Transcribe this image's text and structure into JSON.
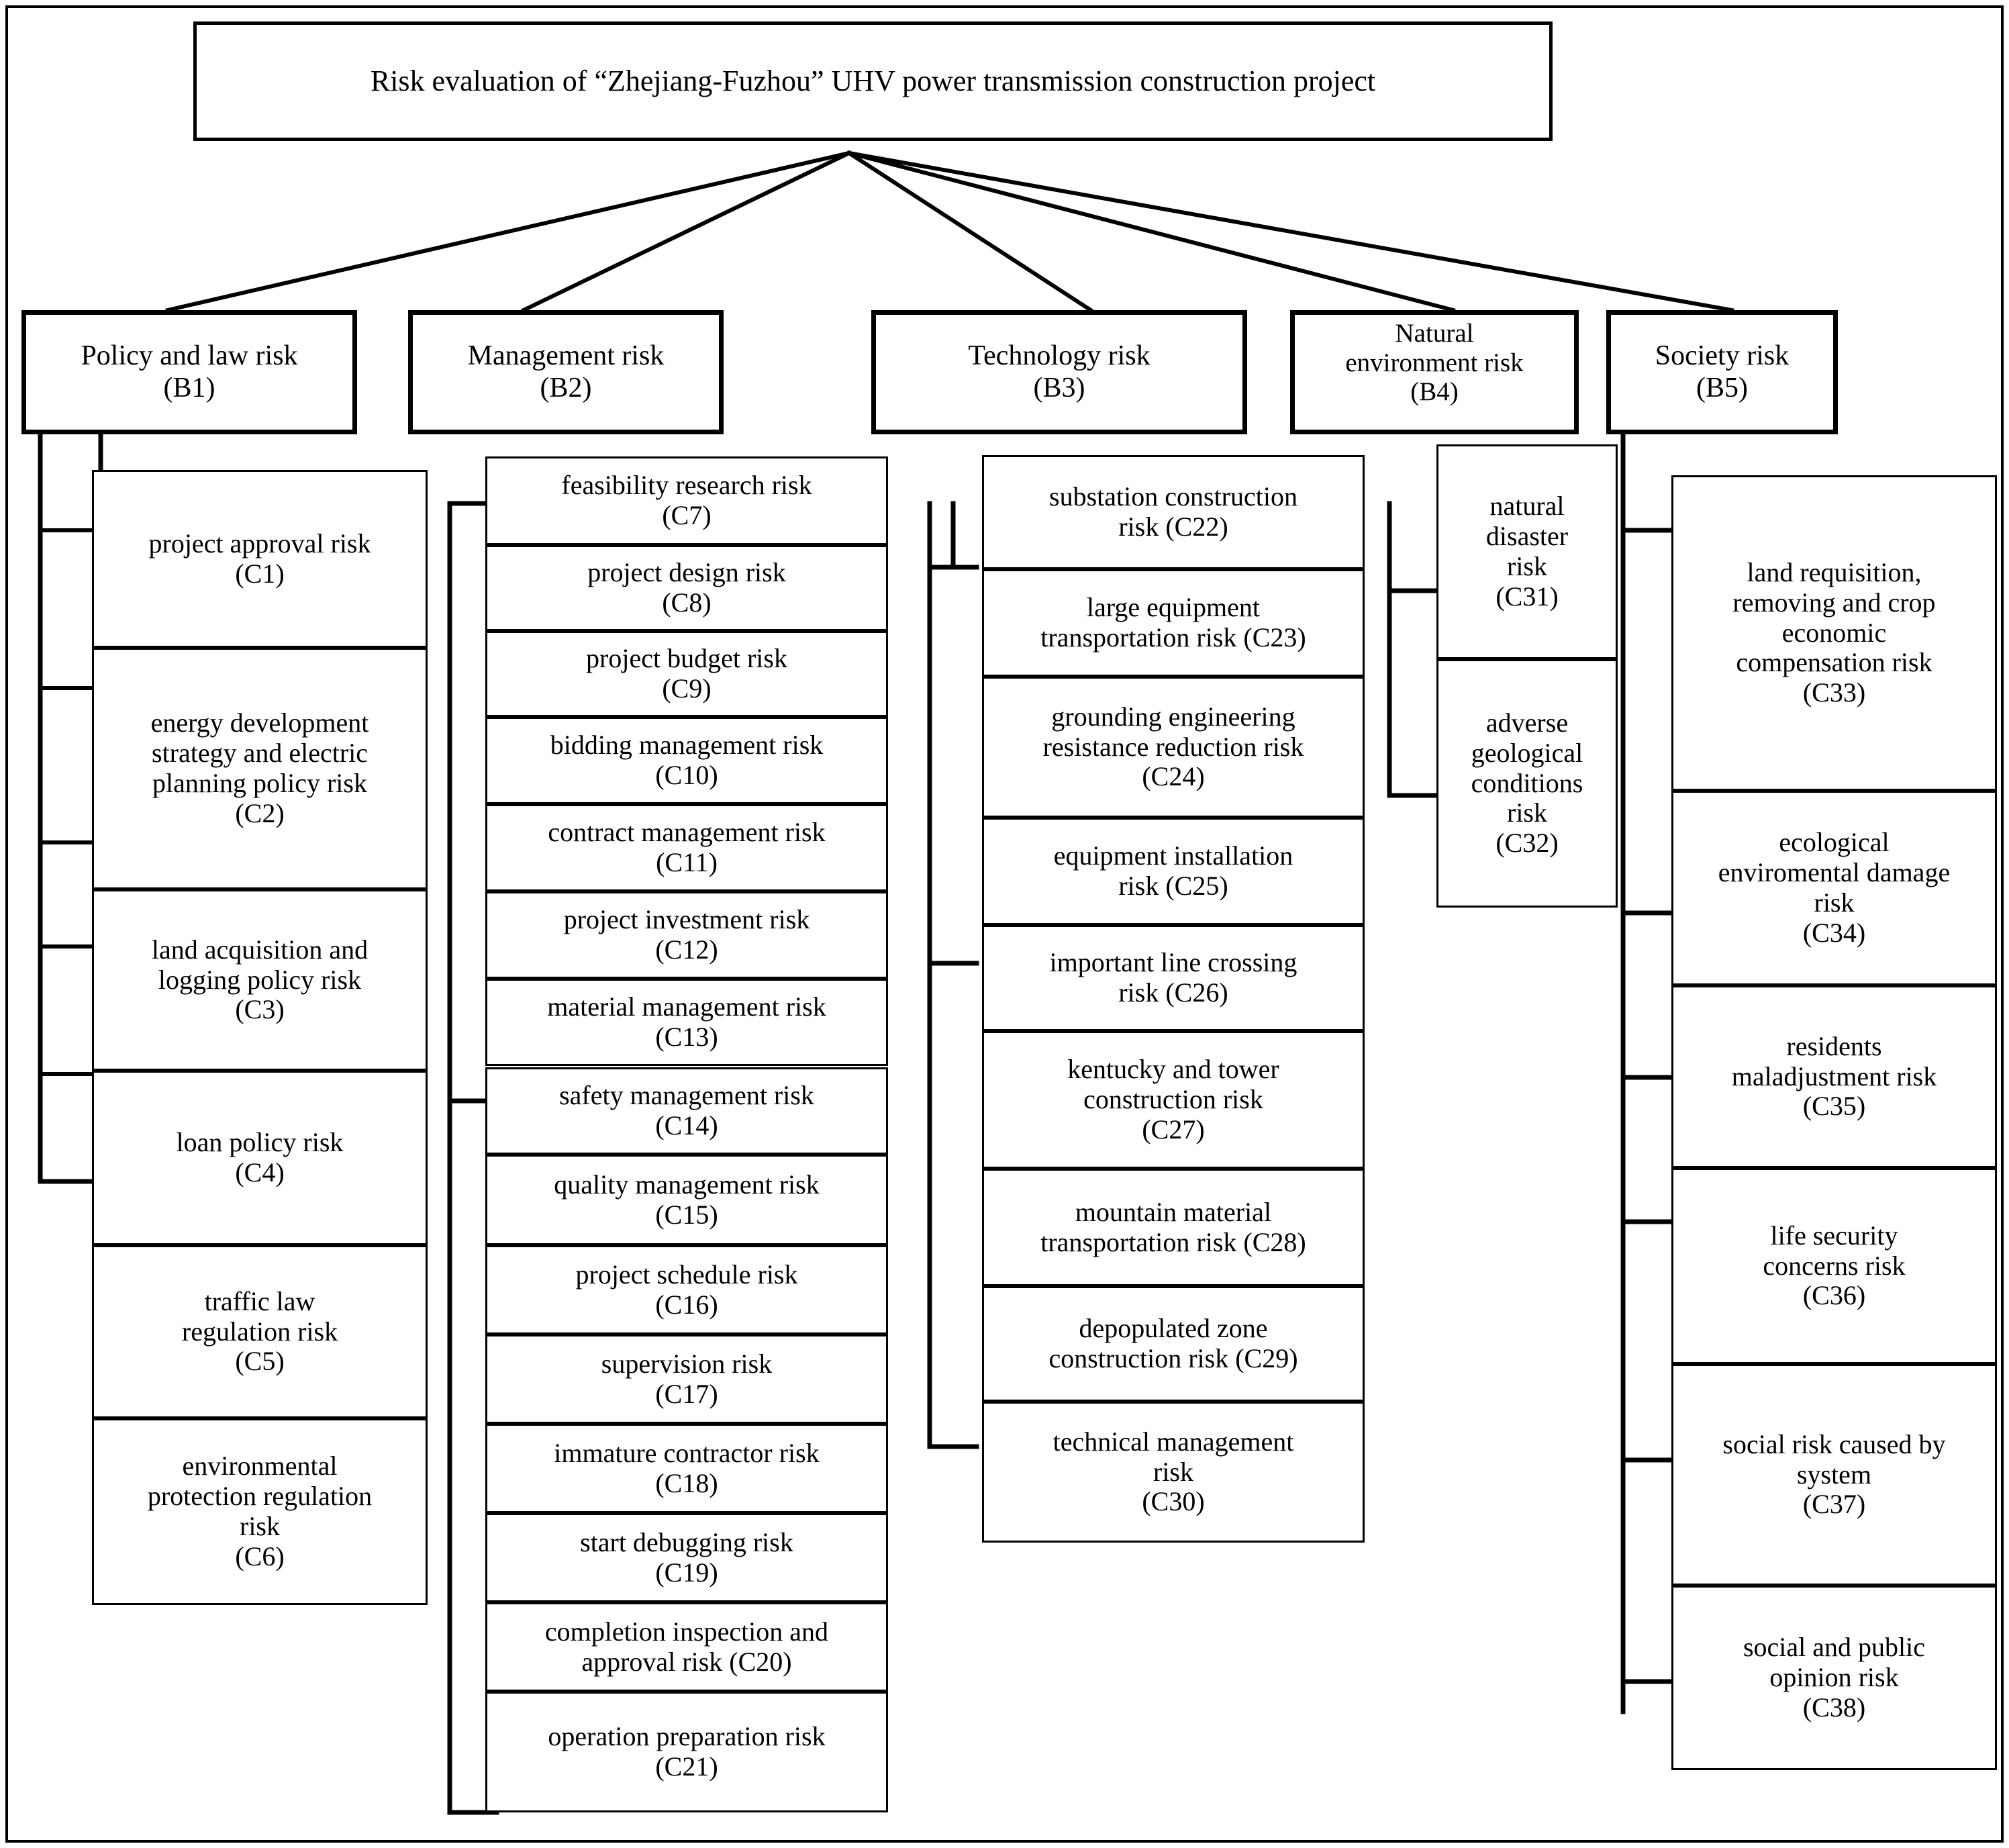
{
  "diagram": {
    "type": "hierarchy-tree",
    "title": "Risk evaluation of “Zhejiang-Fuzhou” UHV power transmission construction project",
    "levels": [
      "A",
      "B",
      "C"
    ],
    "root": {
      "id": "A",
      "label": "Risk evaluation of “Zhejiang-Fuzhou” UHV power transmission construction project"
    },
    "criteria": [
      {
        "id": "B1",
        "name": "Policy and law risk",
        "code": "(B1)",
        "label": "Policy and law risk\n(B1)"
      },
      {
        "id": "B2",
        "name": "Management risk",
        "code": "(B2)",
        "label": "Management risk\n(B2)"
      },
      {
        "id": "B3",
        "name": "Technology risk",
        "code": "(B3)",
        "label": "Technology risk\n(B3)"
      },
      {
        "id": "B4",
        "name": "Natural environment risk",
        "code": "(B4)",
        "label": "Natural\nenvironment risk\n(B4)"
      },
      {
        "id": "B5",
        "name": "Society risk",
        "code": "(B5)",
        "label": "Society risk\n(B5)"
      }
    ],
    "indicators": {
      "B1": [
        {
          "id": "C1",
          "name": "project approval  risk",
          "code": "(C1)",
          "label": "project approval  risk\n(C1)"
        },
        {
          "id": "C2",
          "name": "energy development strategy  and electric planning policy risk",
          "code": "(C2)",
          "label": "energy development\nstrategy  and electric\nplanning policy risk\n(C2)"
        },
        {
          "id": "C3",
          "name": "land acquisition and logging policy risk",
          "code": "(C3)",
          "label": "land acquisition and\nlogging policy risk\n(C3)"
        },
        {
          "id": "C4",
          "name": "loan policy risk",
          "code": "(C4)",
          "label": "loan policy risk\n(C4)"
        },
        {
          "id": "C5",
          "name": "traffic law regulation risk",
          "code": "(C5)",
          "label": "traffic law\nregulation risk\n(C5)"
        },
        {
          "id": "C6",
          "name": "environmental protection regulation risk",
          "code": "(C6)",
          "label": "environmental\nprotection regulation\nrisk\n(C6)"
        }
      ],
      "B2": [
        {
          "id": "C7",
          "name": "feasibility research risk",
          "code": "(C7)",
          "label": "feasibility research risk\n(C7)"
        },
        {
          "id": "C8",
          "name": "project design risk",
          "code": "(C8)",
          "label": "project design risk\n(C8)"
        },
        {
          "id": "C9",
          "name": "project budget risk",
          "code": "(C9)",
          "label": "project budget risk\n(C9)"
        },
        {
          "id": "C10",
          "name": "bidding management risk",
          "code": "(C10)",
          "label": "bidding management risk\n(C10)"
        },
        {
          "id": "C11",
          "name": "contract management risk",
          "code": "(C11)",
          "label": "contract management risk\n(C11)"
        },
        {
          "id": "C12",
          "name": "project investment risk",
          "code": "(C12)",
          "label": "project investment risk\n(C12)"
        },
        {
          "id": "C13",
          "name": "material management risk",
          "code": "(C13)",
          "label": "material management risk\n(C13)"
        },
        {
          "id": "C14",
          "name": "safety management risk",
          "code": "(C14)",
          "label": "safety management risk\n(C14)"
        },
        {
          "id": "C15",
          "name": "quality management risk",
          "code": "(C15)",
          "label": "quality management risk\n(C15)"
        },
        {
          "id": "C16",
          "name": "project schedule risk",
          "code": "(C16)",
          "label": "project schedule risk\n(C16)"
        },
        {
          "id": "C17",
          "name": "supervision risk",
          "code": "(C17)",
          "label": "supervision risk\n(C17)"
        },
        {
          "id": "C18",
          "name": "immature contractor risk",
          "code": "(C18)",
          "label": "immature contractor risk\n(C18)"
        },
        {
          "id": "C19",
          "name": "start debugging risk",
          "code": "(C19)",
          "label": "start debugging risk\n(C19)"
        },
        {
          "id": "C20",
          "name": "completion inspection and approval risk",
          "code": "(C20)",
          "label": "completion inspection and\napproval risk (C20)"
        },
        {
          "id": "C21",
          "name": "operation  preparation risk",
          "code": "(C21)",
          "label": "operation  preparation risk\n(C21)"
        }
      ],
      "B3": [
        {
          "id": "C22",
          "name": "substation construction risk",
          "code": "(C22)",
          "label": "substation construction\nrisk (C22)"
        },
        {
          "id": "C23",
          "name": "large equipment transportation risk",
          "code": "(C23)",
          "label": "large equipment\ntransportation risk (C23)"
        },
        {
          "id": "C24",
          "name": "grounding engineering resistance reduction risk",
          "code": "(C24)",
          "label": "grounding engineering\nresistance reduction risk\n(C24)"
        },
        {
          "id": "C25",
          "name": "equipment installation risk",
          "code": "(C25)",
          "label": "equipment installation\nrisk (C25)"
        },
        {
          "id": "C26",
          "name": "important line crossing risk",
          "code": "(C26)",
          "label": "important line crossing\nrisk (C26)"
        },
        {
          "id": "C27",
          "name": "kentucky and tower construction risk",
          "code": "(C27)",
          "label": "kentucky and tower\nconstruction risk\n(C27)"
        },
        {
          "id": "C28",
          "name": "mountain material transportation risk",
          "code": "(C28)",
          "label": "mountain material\ntransportation risk (C28)"
        },
        {
          "id": "C29",
          "name": "depopulated zone construction risk",
          "code": "(C29)",
          "label": "depopulated zone\nconstruction risk (C29)"
        },
        {
          "id": "C30",
          "name": "technical management risk",
          "code": "(C30)",
          "label": "technical management\nrisk\n(C30)"
        }
      ],
      "B4": [
        {
          "id": "C31",
          "name": "natural disaster risk",
          "code": "(C31)",
          "label": "natural\ndisaster\nrisk\n(C31)"
        },
        {
          "id": "C32",
          "name": "adverse geological conditions risk",
          "code": "(C32)",
          "label": "adverse\ngeological\nconditions\nrisk\n(C32)"
        }
      ],
      "B5": [
        {
          "id": "C33",
          "name": "land requisition, removing and crop economic compensation risk",
          "code": "(C33)",
          "label": "land requisition,\nremoving and crop\neconomic\ncompensation risk\n(C33)"
        },
        {
          "id": "C34",
          "name": "ecological enviromental damage risk",
          "code": "(C34)",
          "label": "ecological\nenviromental damage\nrisk\n(C34)"
        },
        {
          "id": "C35",
          "name": "residents maladjustment risk",
          "code": "(C35)",
          "label": "residents\nmaladjustment risk\n(C35)"
        },
        {
          "id": "C36",
          "name": "life security concerns risk",
          "code": "(C36)",
          "label": "life security\nconcerns risk\n(C36)"
        },
        {
          "id": "C37",
          "name": "social risk caused by system",
          "code": "(C37)",
          "label": "social risk caused by\nsystem\n(C37)"
        },
        {
          "id": "C38",
          "name": "social and public opinion risk",
          "code": "(C38)",
          "label": "social and public\nopinion risk\n(C38)"
        }
      ]
    },
    "colors": {
      "line": "#000000",
      "background": "#ffffff",
      "text": "#000000"
    }
  }
}
